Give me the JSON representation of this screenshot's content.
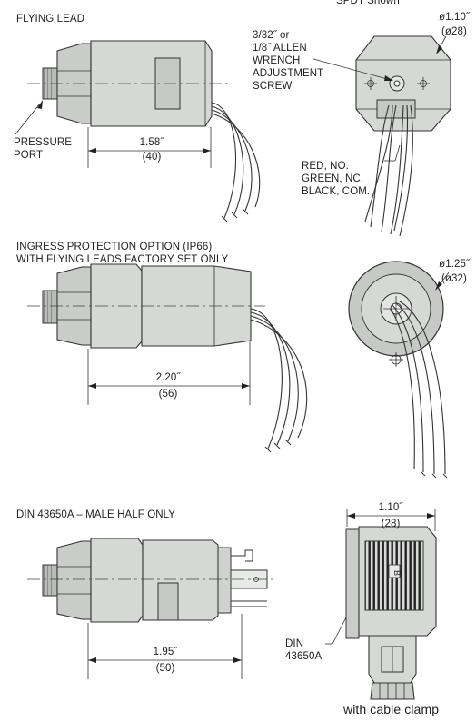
{
  "header_cut": "SPDT Shown",
  "section1": {
    "title": "FLYING LEAD",
    "pressure_port": "PRESSURE\nPORT",
    "dim_in": "1.58˝",
    "dim_mm": "(40)",
    "dia_in": "ø1.10˝",
    "dia_mm": "(ø28)",
    "wrench": "3/32˝ or\n1/8˝ ALLEN\nWRENCH\nADJUSTMENT\nSCREW",
    "wires": "RED, NO.\nGREEN, NC.\nBLACK, COM."
  },
  "section2": {
    "title": "INGRESS PROTECTION OPTION (IP66)\nWITH FLYING LEADS FACTORY SET ONLY",
    "dim_in": "2.20˝",
    "dim_mm": "(56)",
    "dia_in": "ø1.25˝",
    "dia_mm": "(ø32)"
  },
  "section3": {
    "title": "DIN 43650A – MALE HALF ONLY",
    "dim_in": "1.95˝",
    "dim_mm": "(50)",
    "width_in": "1.10˝",
    "width_mm": "(28)",
    "din_label": "DIN\n43650A",
    "clamp_caption": "with cable clamp",
    "connector_mark": "B"
  },
  "colors": {
    "body": "#c9ccc9",
    "line": "#333333",
    "background": "#ffffff"
  }
}
